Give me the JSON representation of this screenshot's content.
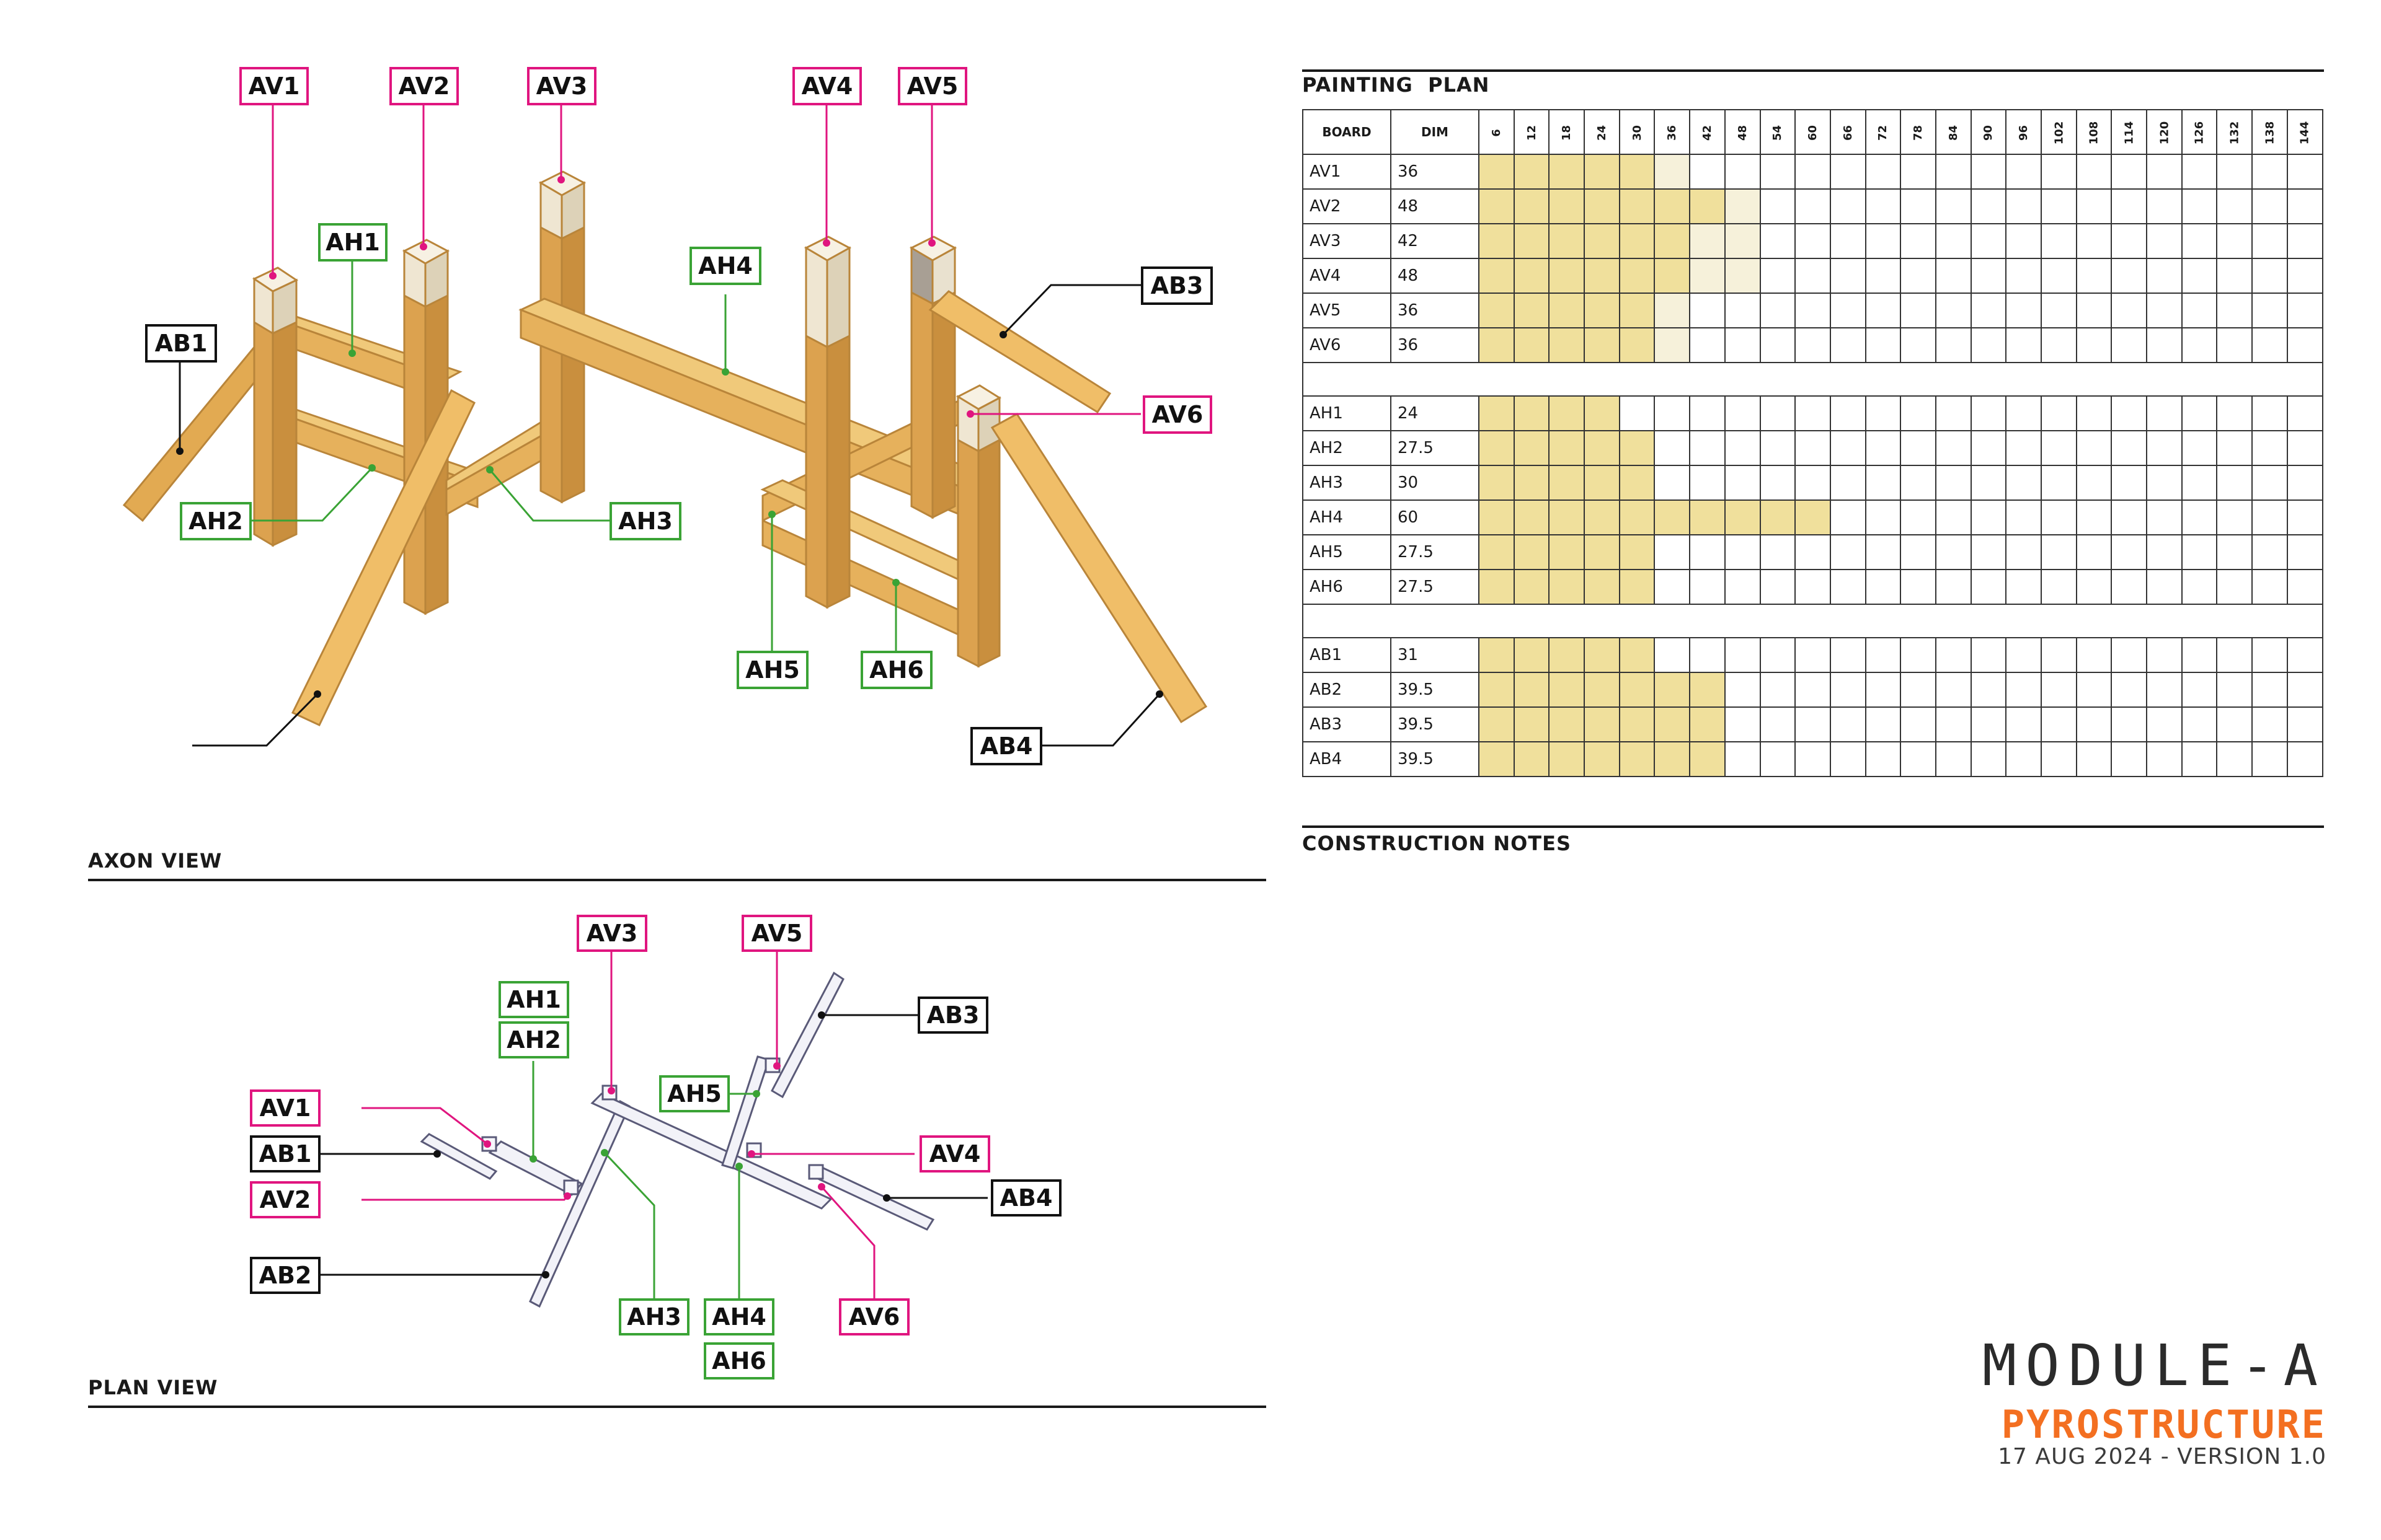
{
  "colors": {
    "magenta": "#e0157f",
    "green": "#3aa335",
    "black": "#111111",
    "wood": "#e6b15c",
    "wood_dark": "#c98f3e",
    "wood_light": "#f0c97a",
    "white_paint": "#efe6d2",
    "fill_yellow": "#f0e09c",
    "fill_pale": "#f6f1da",
    "orange": "#f36f21"
  },
  "axon_view": {
    "title": "AXON VIEW",
    "labels": {
      "av1": "AV1",
      "av2": "AV2",
      "av3": "AV3",
      "av4": "AV4",
      "av5": "AV5",
      "av6": "AV6",
      "ah1": "AH1",
      "ah2": "AH2",
      "ah3": "AH3",
      "ah4": "AH4",
      "ah5": "AH5",
      "ah6": "AH6",
      "ab1": "AB1",
      "ab3": "AB3",
      "ab4": "AB4"
    }
  },
  "plan_view": {
    "title": "PLAN VIEW",
    "labels": {
      "av1": "AV1",
      "av2": "AV2",
      "av3": "AV3",
      "av4": "AV4",
      "av5": "AV5",
      "av6": "AV6",
      "ah1": "AH1",
      "ah2": "AH2",
      "ah3": "AH3",
      "ah4": "AH4",
      "ah5": "AH5",
      "ah6": "AH6",
      "ab1": "AB1",
      "ab2": "AB2",
      "ab3": "AB3",
      "ab4": "AB4"
    }
  },
  "painting_plan": {
    "title": "PAINTING  PLAN",
    "col_board": "BOARD",
    "col_dim": "DIM",
    "inches": [
      "6",
      "12",
      "18",
      "24",
      "30",
      "36",
      "42",
      "48",
      "54",
      "60",
      "66",
      "72",
      "78",
      "84",
      "90",
      "96",
      "102",
      "108",
      "114",
      "120",
      "126",
      "132",
      "138",
      "144"
    ],
    "groups": [
      [
        {
          "board": "AV1",
          "dim": "36",
          "full": 5,
          "pale": 1
        },
        {
          "board": "AV2",
          "dim": "48",
          "full": 7,
          "pale": 1
        },
        {
          "board": "AV3",
          "dim": "42",
          "full": 6,
          "pale": 2
        },
        {
          "board": "AV4",
          "dim": "48",
          "full": 6,
          "pale": 2
        },
        {
          "board": "AV5",
          "dim": "36",
          "full": 5,
          "pale": 1
        },
        {
          "board": "AV6",
          "dim": "36",
          "full": 5,
          "pale": 1
        }
      ],
      [
        {
          "board": "AH1",
          "dim": "24",
          "full": 4,
          "pale": 0
        },
        {
          "board": "AH2",
          "dim": "27.5",
          "full": 5,
          "pale": 0
        },
        {
          "board": "AH3",
          "dim": "30",
          "full": 5,
          "pale": 0
        },
        {
          "board": "AH4",
          "dim": "60",
          "full": 10,
          "pale": 0
        },
        {
          "board": "AH5",
          "dim": "27.5",
          "full": 5,
          "pale": 0
        },
        {
          "board": "AH6",
          "dim": "27.5",
          "full": 5,
          "pale": 0
        }
      ],
      [
        {
          "board": "AB1",
          "dim": "31",
          "full": 5,
          "pale": 0
        },
        {
          "board": "AB2",
          "dim": "39.5",
          "full": 7,
          "pale": 0
        },
        {
          "board": "AB3",
          "dim": "39.5",
          "full": 7,
          "pale": 0
        },
        {
          "board": "AB4",
          "dim": "39.5",
          "full": 7,
          "pale": 0
        }
      ]
    ]
  },
  "construction_notes": {
    "title": "CONSTRUCTION NOTES"
  },
  "footer": {
    "module": "MODULE-A",
    "project": "PYROSTRUCTURE",
    "date_version": "17 AUG 2024 - VERSION 1.0"
  }
}
